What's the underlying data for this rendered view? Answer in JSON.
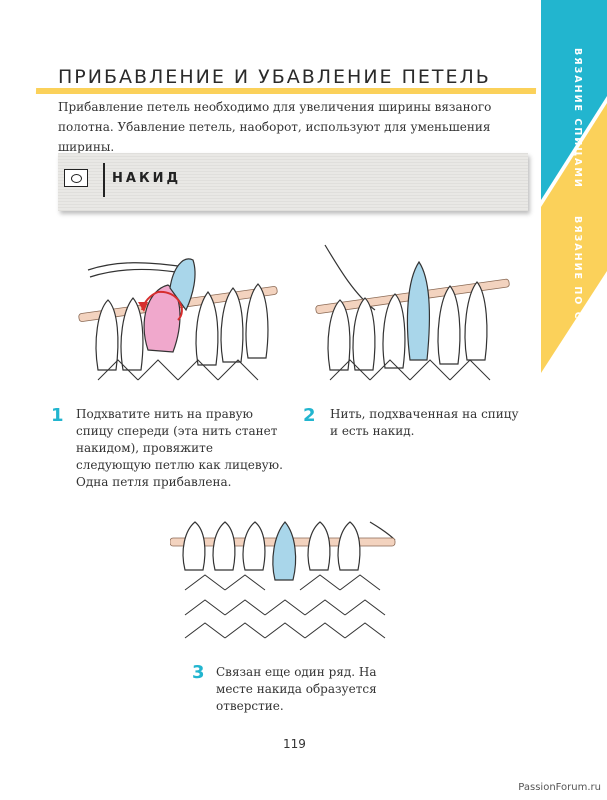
{
  "side_tabs": {
    "tab1_label": "ВЯЗАНИЕ СПИЦАМИ",
    "tab2_label": "ВЯЗАНИЕ ПО СХЕМАМ",
    "tab1_color": "#22b5cf",
    "tab2_color": "#fbd15a"
  },
  "section": {
    "title": "ПРИБАВЛЕНИЕ И УБАВЛЕНИЕ ПЕТЕЛЬ",
    "intro": "Прибавление петель необходимо для увеличения ширины вязаного полотна. Убавление петель, наоборот, используют для уменьшения ширины."
  },
  "banner": {
    "symbol": "circle-in-square-icon",
    "title": "НАКИД"
  },
  "steps": [
    {
      "number": "1",
      "text": "Подхватите нить на правую спицу спереди (эта нить станет накидом), провяжите следующую петлю как лицевую. Одна петля прибавлена."
    },
    {
      "number": "2",
      "text": "Нить, подхваченная на спицу и есть накид."
    },
    {
      "number": "3",
      "text": "Связан еще один ряд. На месте накида образуется отверстие."
    }
  ],
  "colors": {
    "yarn_highlight": "#a9d6ea",
    "loop_pink": "#f0a8cc",
    "arrow_red": "#d62e2e",
    "needle": "#f3d3bf"
  },
  "page_number": "119",
  "watermark": "PassionForum.ru"
}
